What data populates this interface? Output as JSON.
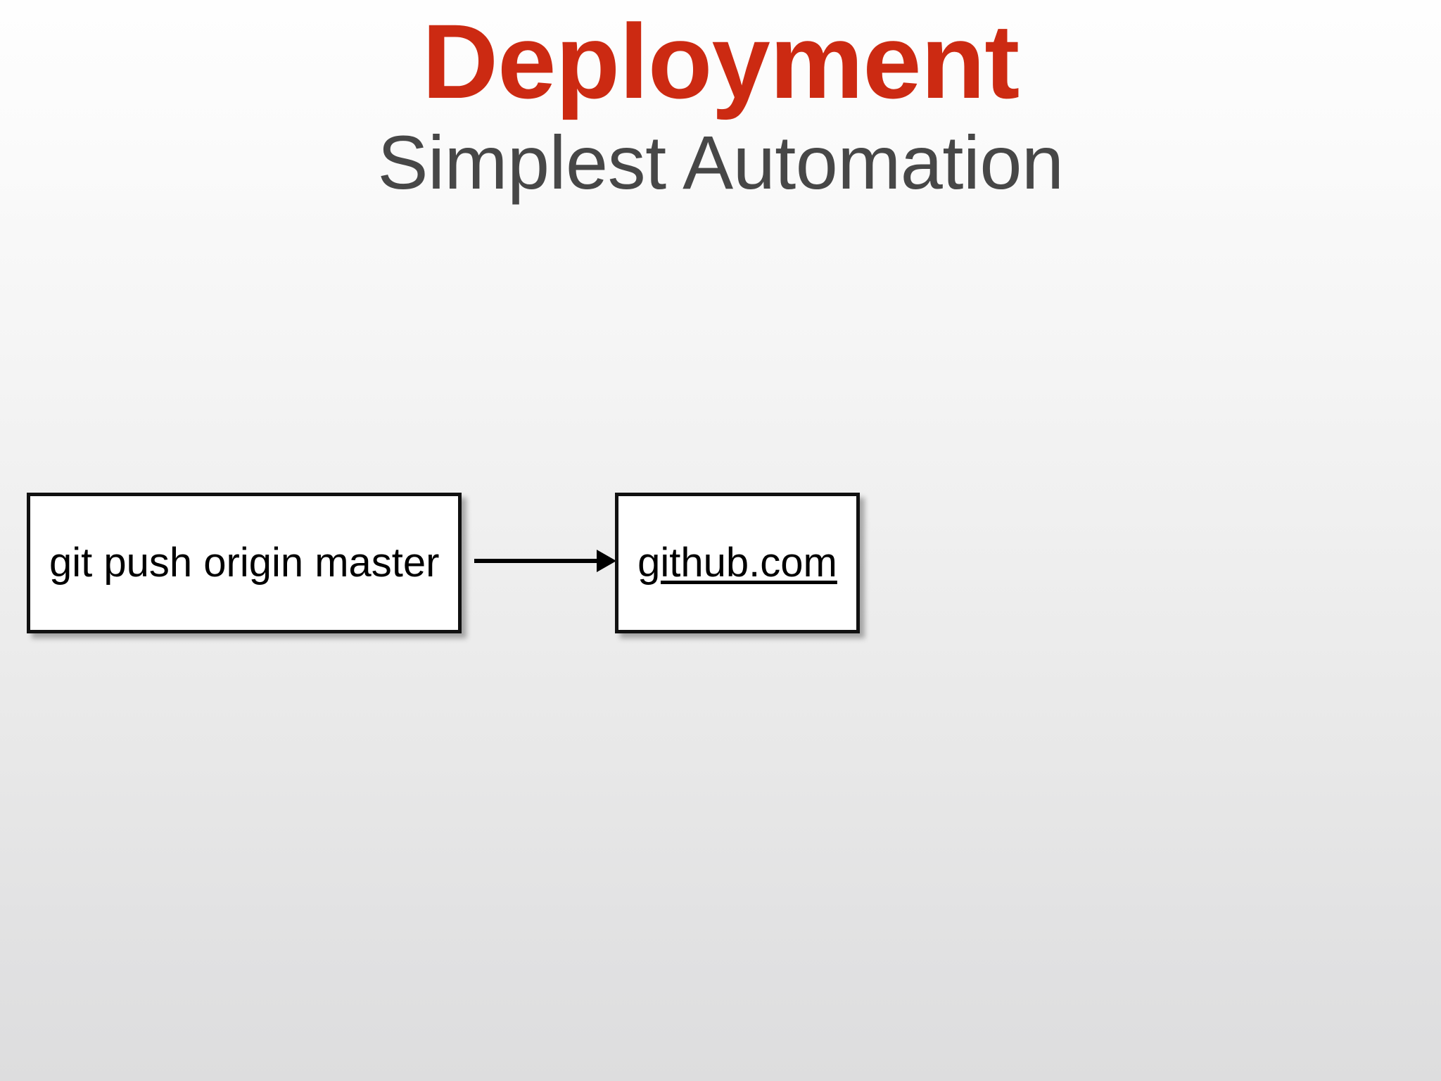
{
  "slide": {
    "title": "Deployment",
    "subtitle": "Simplest Automation",
    "title_color": "#CC2A12",
    "subtitle_color": "#474747",
    "background_top_color": "#FEFEFE",
    "background_bottom_color": "#DDDDDE"
  },
  "diagram": {
    "type": "flow",
    "nodes": [
      {
        "id": "command",
        "label": "git push origin master",
        "is_link": false,
        "fill": "#FFFFFF",
        "border_color": "#111111"
      },
      {
        "id": "destination",
        "label": "github.com",
        "is_link": true,
        "fill": "#FFFFFF",
        "border_color": "#111111"
      }
    ],
    "connectors": [
      {
        "from": "command",
        "to": "destination",
        "style": "solid-arrow",
        "color": "#000000",
        "label": ""
      }
    ]
  }
}
